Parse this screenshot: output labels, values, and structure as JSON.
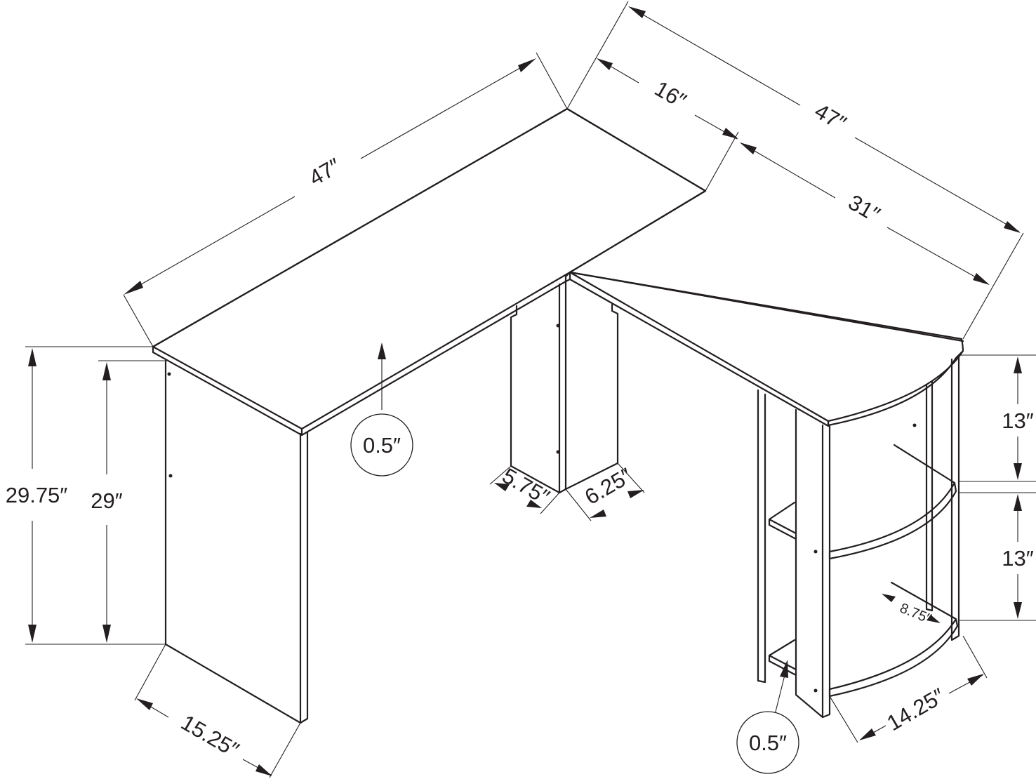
{
  "dimensions": {
    "left_top_length": "47″",
    "right_top_length": "47″",
    "right_depth_16": "16″",
    "right_section_31": "31″",
    "total_height": "29.75″",
    "leg_height": "29″",
    "left_leg_depth": "15.25″",
    "center_left_width": "5.75″",
    "center_right_width": "6.25″",
    "top_thickness": "0.5″",
    "shelf_thickness": "0.5″",
    "shelf_spacing_top": "13″",
    "shelf_spacing_bottom": "13″",
    "shelf_depth": "8.75″",
    "shelf_unit_width": "14.25″"
  }
}
